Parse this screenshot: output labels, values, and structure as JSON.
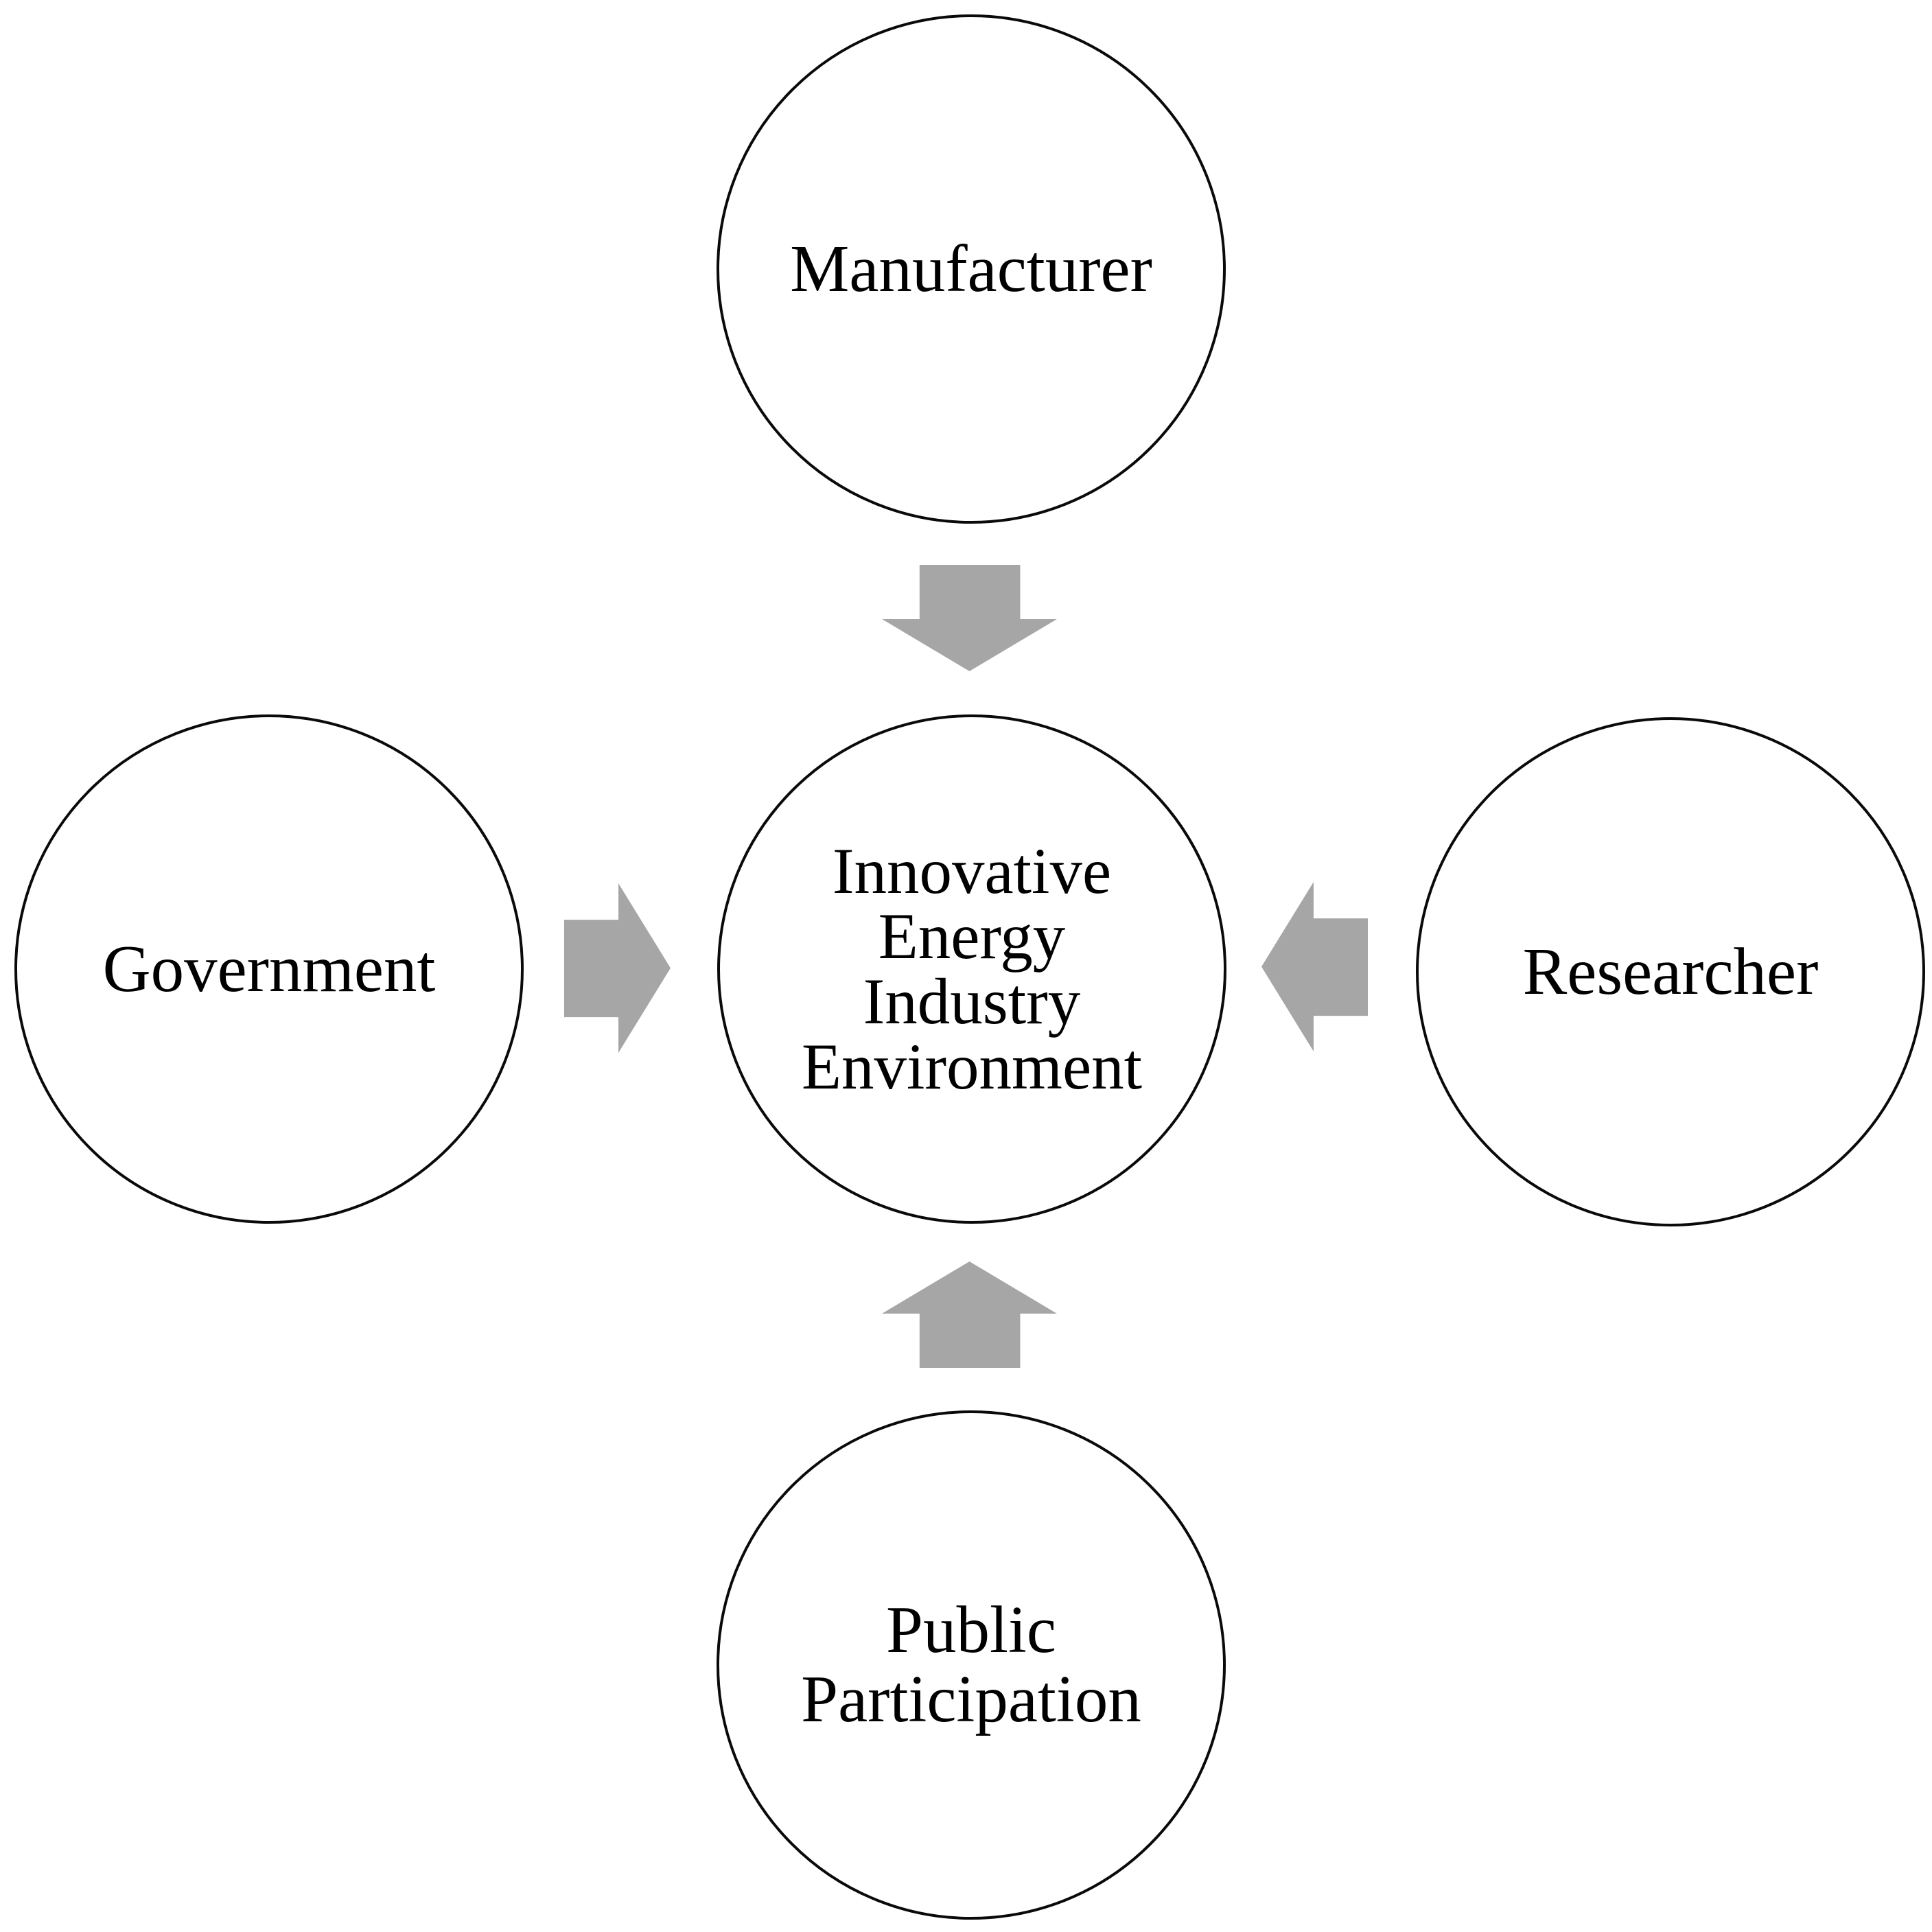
{
  "diagram": {
    "description": "Stakeholder diagram: four outer circles point with gray block arrows into a central circle",
    "colors": {
      "background": "#ffffff",
      "circle_border": "#0a0a0a",
      "arrow_fill": "#a6a6a6",
      "text": "#000000"
    },
    "center_node": {
      "label": "Innovative Energy Industry Environment",
      "lines": [
        "Innovative",
        "Energy",
        "Industry",
        "Environment"
      ]
    },
    "outer_nodes": [
      {
        "id": "manufacturer",
        "position": "top",
        "label": "Manufacturer",
        "arrow_direction": "down",
        "arrow_meaning": "Manufacturer feeds into Innovative Energy Industry Environment"
      },
      {
        "id": "government",
        "position": "left",
        "label": "Government",
        "arrow_direction": "right",
        "arrow_meaning": "Government feeds into Innovative Energy Industry Environment"
      },
      {
        "id": "researcher",
        "position": "right",
        "label": "Researcher",
        "arrow_direction": "left",
        "arrow_meaning": "Researcher feeds into Innovative Energy Industry Environment"
      },
      {
        "id": "public-participation",
        "position": "bottom",
        "label": "Public Participation",
        "lines": [
          "Public",
          "Participation"
        ],
        "arrow_direction": "up",
        "arrow_meaning": "Public Participation feeds into Innovative Energy Industry Environment"
      }
    ]
  }
}
